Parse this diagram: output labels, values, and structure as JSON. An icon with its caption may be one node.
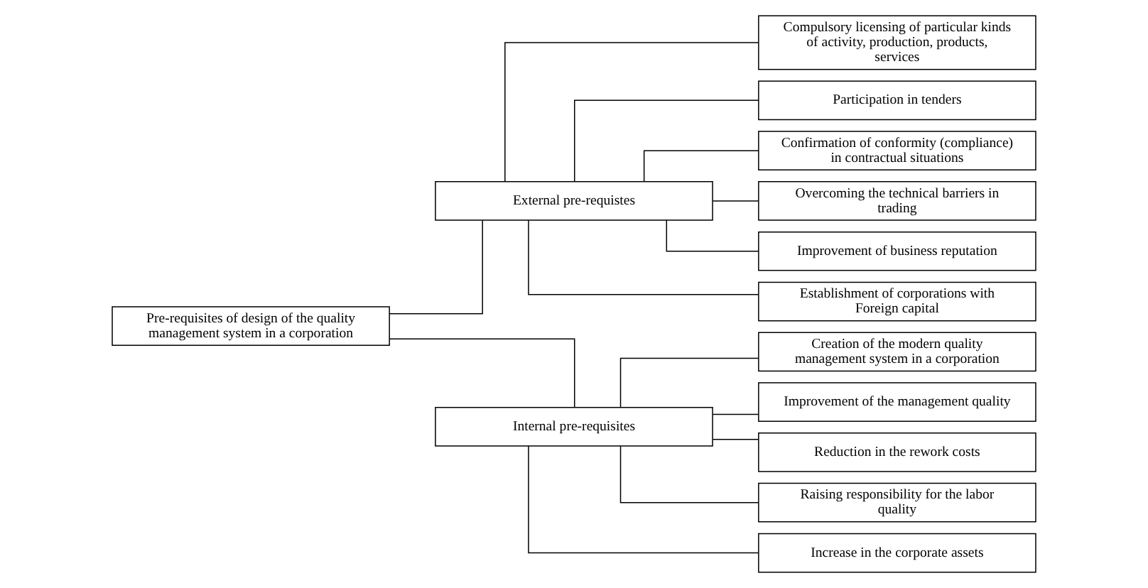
{
  "diagram": {
    "nodes": [
      {
        "text": [
          "Pre-requisites of design of the quality management system in a corporation"
        ]
      },
      {
        "text": [
          "External pre-requistes"
        ]
      },
      {
        "text": [
          "Internal pre-requisites"
        ]
      },
      {
        "text": [
          "Compulsory licensing of particular kinds of activity, production, products, services"
        ]
      },
      {
        "text": [
          "Participation in tenders"
        ]
      },
      {
        "text": [
          "Confirmation of conformity (compliance) in contractual situations"
        ]
      },
      {
        "text": [
          "Overcoming the technical barriers in trading"
        ]
      },
      {
        "text": [
          "Improvement of business reputation"
        ]
      },
      {
        "text": [
          "Establishment of corporations with Foreign capital"
        ]
      },
      {
        "text": [
          "Creation of the modern quality management system in a corporation"
        ]
      },
      {
        "text": [
          "Improvement of the management quality"
        ]
      },
      {
        "text": [
          "Reduction in the rework costs"
        ]
      },
      {
        "text": [
          "Raising responsibility for the labor quality"
        ]
      },
      {
        "text": [
          "Increase in the corporate assets"
        ]
      }
    ],
    "edges": [
      {
        "from": 0,
        "to": 1,
        "arrow": "none"
      },
      {
        "from": 0,
        "to": 2,
        "arrow": "none"
      },
      {
        "from": 1,
        "to": 3,
        "arrow": "none"
      },
      {
        "from": 1,
        "to": 4,
        "arrow": "none"
      },
      {
        "from": 1,
        "to": 5,
        "arrow": "none"
      },
      {
        "from": 1,
        "to": 6,
        "arrow": "none"
      },
      {
        "from": 1,
        "to": 7,
        "arrow": "none"
      },
      {
        "from": 1,
        "to": 8,
        "arrow": "none"
      },
      {
        "from": 2,
        "to": 9,
        "arrow": "none"
      },
      {
        "from": 2,
        "to": 10,
        "arrow": "none"
      },
      {
        "from": 2,
        "to": 11,
        "arrow": "none"
      },
      {
        "from": 2,
        "to": 12,
        "arrow": "none"
      },
      {
        "from": 2,
        "to": 13,
        "arrow": "none"
      }
    ]
  }
}
